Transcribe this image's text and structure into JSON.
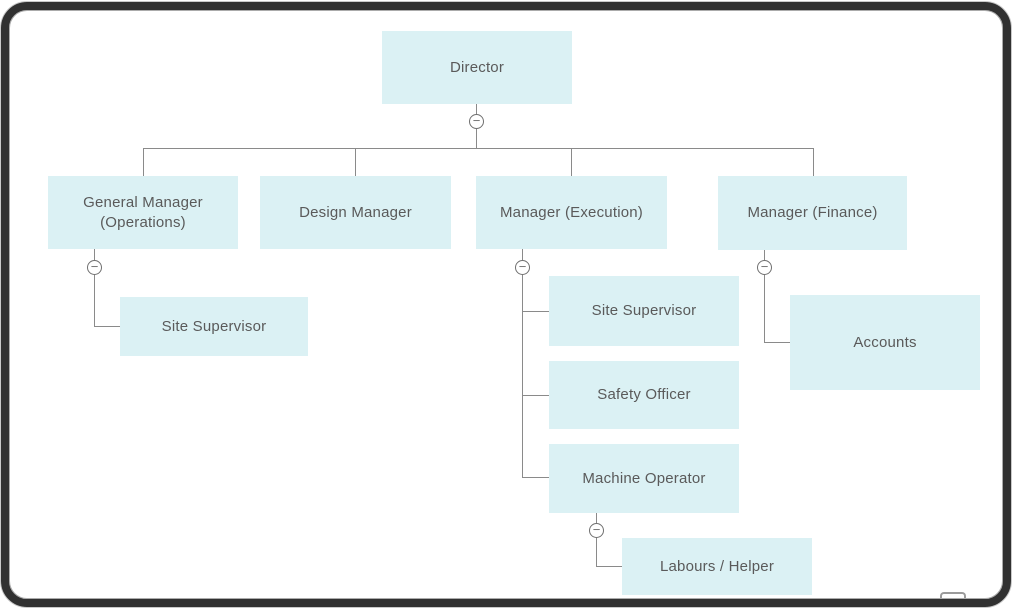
{
  "ui": {
    "toggle_symbol": "−",
    "toggle_icon_meaning": "collapse-minus-icon"
  },
  "colors": {
    "node_fill": "#dbf1f4",
    "node_text": "#5a5a5a",
    "connector": "#8a8a8a",
    "frame": "#313131",
    "canvas_background": "#ffffff"
  },
  "org_chart": {
    "nodes": {
      "director": {
        "label": "Director"
      },
      "gm_operations": {
        "label": "General Manager (Operations)"
      },
      "design_manager": {
        "label": "Design Manager"
      },
      "manager_execution": {
        "label": "Manager (Execution)"
      },
      "manager_finance": {
        "label": "Manager (Finance)"
      },
      "site_supervisor_ops": {
        "label": "Site Supervisor"
      },
      "site_supervisor_exec": {
        "label": "Site Supervisor"
      },
      "safety_officer": {
        "label": "Safety Officer"
      },
      "machine_operator": {
        "label": "Machine Operator"
      },
      "labours_helper": {
        "label": "Labours / Helper"
      },
      "accounts": {
        "label": "Accounts"
      }
    },
    "hierarchy": {
      "Director": [
        "General Manager (Operations)",
        "Design Manager",
        "Manager (Execution)",
        "Manager (Finance)"
      ],
      "General Manager (Operations)": [
        "Site Supervisor"
      ],
      "Manager (Execution)": [
        "Site Supervisor",
        "Safety Officer",
        "Machine Operator"
      ],
      "Machine Operator": [
        "Labours / Helper"
      ],
      "Manager (Finance)": [
        "Accounts"
      ]
    }
  }
}
